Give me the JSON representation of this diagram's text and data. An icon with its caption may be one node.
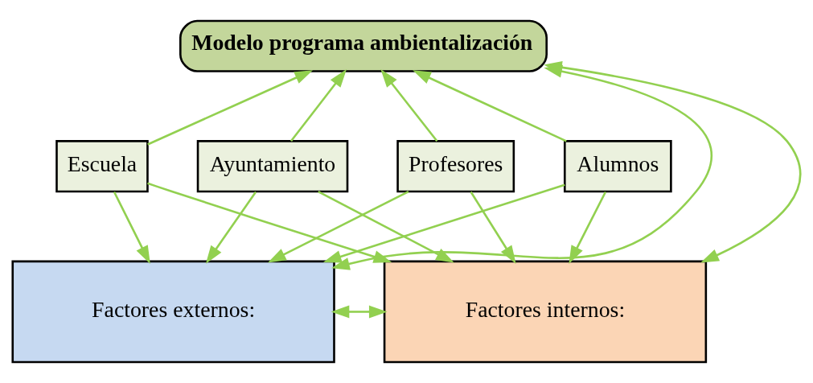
{
  "diagram": {
    "nodes": [
      {
        "text": [
          "Modelo programa ambientalización"
        ]
      },
      {
        "text": [
          "Profesores"
        ]
      },
      {
        "text": [
          "Alumnos"
        ]
      },
      {
        "text": [
          "Escuela"
        ]
      },
      {
        "text": [
          "Ayuntamiento"
        ]
      },
      {
        "text": [
          "Factores externos:"
        ]
      },
      {
        "text": [
          "Factores internos:"
        ]
      }
    ],
    "edges": [
      {
        "from": 1,
        "to": 0,
        "arrow": "to"
      },
      {
        "from": 2,
        "to": 0,
        "arrow": "to"
      },
      {
        "from": 3,
        "to": 0,
        "arrow": "to"
      },
      {
        "from": 4,
        "to": 0,
        "arrow": "to"
      },
      {
        "from": 1,
        "to": 5,
        "arrow": "to"
      },
      {
        "from": 2,
        "to": 5,
        "arrow": "to"
      },
      {
        "from": 3,
        "to": 5,
        "arrow": "to"
      },
      {
        "from": 4,
        "to": 5,
        "arrow": "to"
      },
      {
        "from": 1,
        "to": 6,
        "arrow": "to"
      },
      {
        "from": 2,
        "to": 6,
        "arrow": "to"
      },
      {
        "from": 3,
        "to": 6,
        "arrow": "to"
      },
      {
        "from": 4,
        "to": 6,
        "arrow": "to"
      },
      {
        "from": 5,
        "to": 0,
        "arrow": "both"
      },
      {
        "from": 6,
        "to": 0,
        "arrow": "both"
      },
      {
        "from": 5,
        "to": 6,
        "arrow": "both"
      }
    ]
  }
}
